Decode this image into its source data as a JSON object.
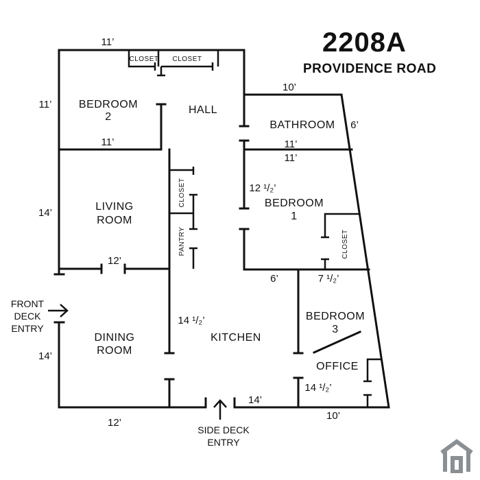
{
  "title": {
    "number": "2208A",
    "street": "PROVIDENCE ROAD"
  },
  "rooms": {
    "bedroom2": [
      "BEDROOM",
      "2"
    ],
    "hall": "HALL",
    "bathroom": "BATHROOM",
    "bedroom1": [
      "BEDROOM",
      "1"
    ],
    "living": [
      "LIVING",
      "ROOM"
    ],
    "dining": [
      "DINING",
      "ROOM"
    ],
    "kitchen": "KITCHEN",
    "bedroom3": [
      "BEDROOM",
      "3"
    ],
    "office": "OFFICE"
  },
  "closets": {
    "top_left": "CLOSET",
    "top_right": "CLOSET",
    "mid": "CLOSET",
    "pantry": "PANTRY",
    "bed1": "CLOSET"
  },
  "dimensions": {
    "top_11": "11’",
    "left_11": "11’",
    "bed2_bottom_11": "11’",
    "living_14": "14’",
    "living_12": "12’",
    "dining_14": "14’",
    "bottom_12": "12’",
    "bottom_14": "14’",
    "kitchen_14_half": "14 ¹/₂’",
    "bath_10": "10’",
    "bath_6": "6’",
    "bath_11": "11’",
    "bed1_11": "11’",
    "bed1_12_half": "12 ¹/₂’",
    "mid_6": "6’",
    "mid_7_half": "7 ¹/₂’",
    "office_14_half": "14 ¹/₂’",
    "bottom_10": "10’"
  },
  "entries": {
    "front": [
      "FRONT",
      "DECK",
      "ENTRY"
    ],
    "side": [
      "SIDE DECK",
      "ENTRY"
    ]
  },
  "icons": {
    "front_arrow": "arrow-right-icon",
    "side_arrow": "arrow-up-icon",
    "logo": "house-logo-icon"
  }
}
